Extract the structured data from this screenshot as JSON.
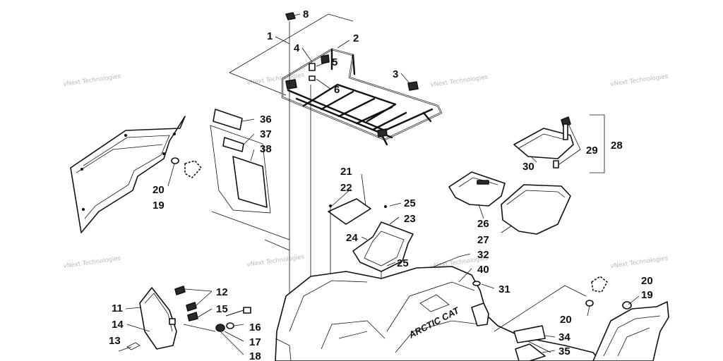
{
  "watermark": "vNext Technologies",
  "brand_logo": "ARCTIC CAT",
  "callouts": {
    "c1": "1",
    "c2": "2",
    "c3": "3",
    "c4": "4",
    "c5": "5",
    "c6": "6",
    "c8": "8",
    "c11": "11",
    "c12": "12",
    "c13": "13",
    "c14": "14",
    "c15": "15",
    "c16": "16",
    "c17": "17",
    "c18": "18",
    "c19a": "19",
    "c19b": "19",
    "c20a": "20",
    "c20b": "20",
    "c20c": "20",
    "c21": "21",
    "c22": "22",
    "c23": "23",
    "c24": "24",
    "c25a": "25",
    "c25b": "25",
    "c26": "26",
    "c27": "27",
    "c28": "28",
    "c29": "29",
    "c30": "30",
    "c31": "31",
    "c32": "32",
    "c34": "34",
    "c35": "35",
    "c36": "36",
    "c37": "37",
    "c38": "38",
    "c40": "40"
  }
}
